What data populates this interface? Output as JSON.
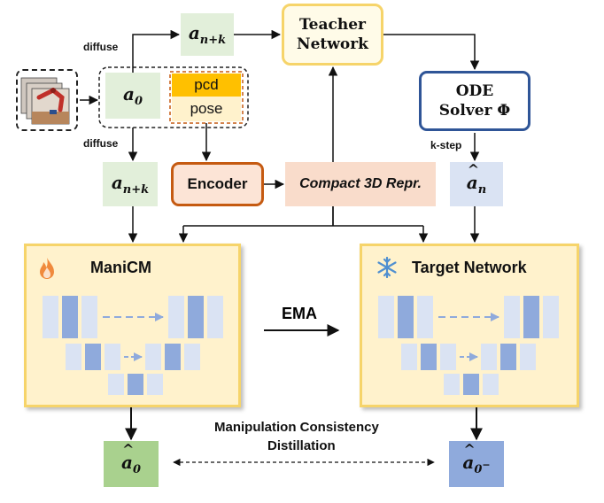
{
  "teacher": {
    "line1": "Teacher",
    "line2": "Network"
  },
  "ode": {
    "line1": "ODE",
    "line2": "Solver Φ"
  },
  "encoder": {
    "label": "Encoder"
  },
  "compact": {
    "label": "Compact 3D Repr."
  },
  "obs": {
    "pcd": "pcd",
    "pose": "pose"
  },
  "labels": {
    "diffuse_top": "diffuse",
    "diffuse_bottom": "diffuse",
    "k_step": "k-step"
  },
  "symbols": {
    "a": "a",
    "sub_nk": "n+k",
    "sub_0": "0",
    "sub_n": "n",
    "hat": "^",
    "minus_sup": "−"
  },
  "manicm": {
    "title": "ManiCM",
    "icon": "fire-icon"
  },
  "target": {
    "title": "Target Network",
    "icon": "snowflake-icon"
  },
  "ema": {
    "label": "EMA"
  },
  "distill": {
    "line1": "Manipulation Consistency",
    "line2": "Distillation"
  },
  "colors": {
    "teacher_border": "#f6d46a",
    "ode_border": "#2f5597",
    "encoder_border": "#c55a11",
    "panel_fill": "#fff2cc",
    "unet_light": "#dae3f3",
    "unet_mid": "#b4c7e7",
    "unet_dark": "#8faadc"
  }
}
